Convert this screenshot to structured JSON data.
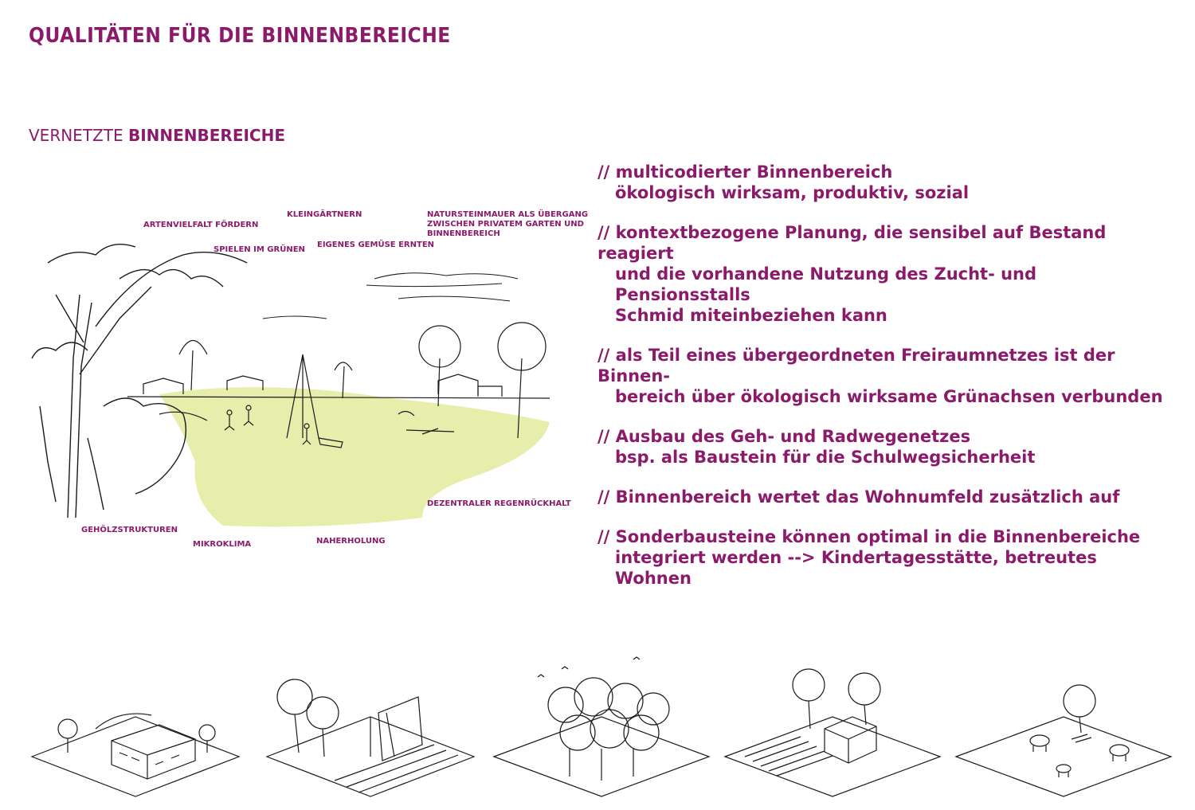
{
  "header": {
    "title": "QUALITÄTEN FÜR DIE BINNENBEREICHE",
    "subtitle_prefix": "VERNETZTE ",
    "subtitle_bold": "BINNENBEREICHE"
  },
  "sketch_labels": {
    "artenvielfalt": "ARTENVIELFALT FÖRDERN",
    "kleingaertnern": "KLEINGÄRTNERN",
    "natursteinmauer_1": "NATURSTEINMAUER ALS ÜBERGANG",
    "natursteinmauer_2": "ZWISCHEN PRIVATEM GARTEN UND",
    "natursteinmauer_3": "BINNENBEREICH",
    "spielen": "SPIELEN IM GRÜNEN",
    "gemuese": "EIGENES GEMÜSE ERNTEN",
    "gehoelz": "GEHÖLZSTRUKTUREN",
    "mikroklima": "MIKROKLIMA",
    "naherholung": "NAHERHOLUNG",
    "regenrueckhalt": "DEZENTRALER REGENRÜCKHALT"
  },
  "bullets": [
    {
      "line1": "// multicodierter Binnenbereich",
      "line2": "ökologisch wirksam, produktiv, sozial"
    },
    {
      "line1": "// kontextbezogene Planung, die sensibel auf Bestand reagiert",
      "line2": "und die vorhandene Nutzung des Zucht- und Pensionsstalls",
      "line3": "Schmid miteinbeziehen kann"
    },
    {
      "line1": "// als Teil eines übergeordneten Freiraumnetzes ist der Binnen-",
      "line2": "bereich über ökologisch wirksame Grünachsen verbunden"
    },
    {
      "line1": "// Ausbau des Geh- und Radwegenetzes",
      "line2": "bsp. als Baustein für die Schulwegsicherheit"
    },
    {
      "line1": "// Binnenbereich wertet das Wohnumfeld zusätzlich auf"
    },
    {
      "line1": "// Sonderbausteine können optimal in die Binnenbereiche",
      "line2": "integriert werden --> Kindertagesstätte, betreutes Wohnen"
    }
  ],
  "colors": {
    "accent": "#8b1b6a",
    "meadow": "#e3ea9c",
    "ink": "#1a1a1a"
  },
  "icons": [
    "kita-building-icon",
    "path-network-icon",
    "dense-trees-icon",
    "garden-shed-icon",
    "meadow-animals-icon"
  ]
}
